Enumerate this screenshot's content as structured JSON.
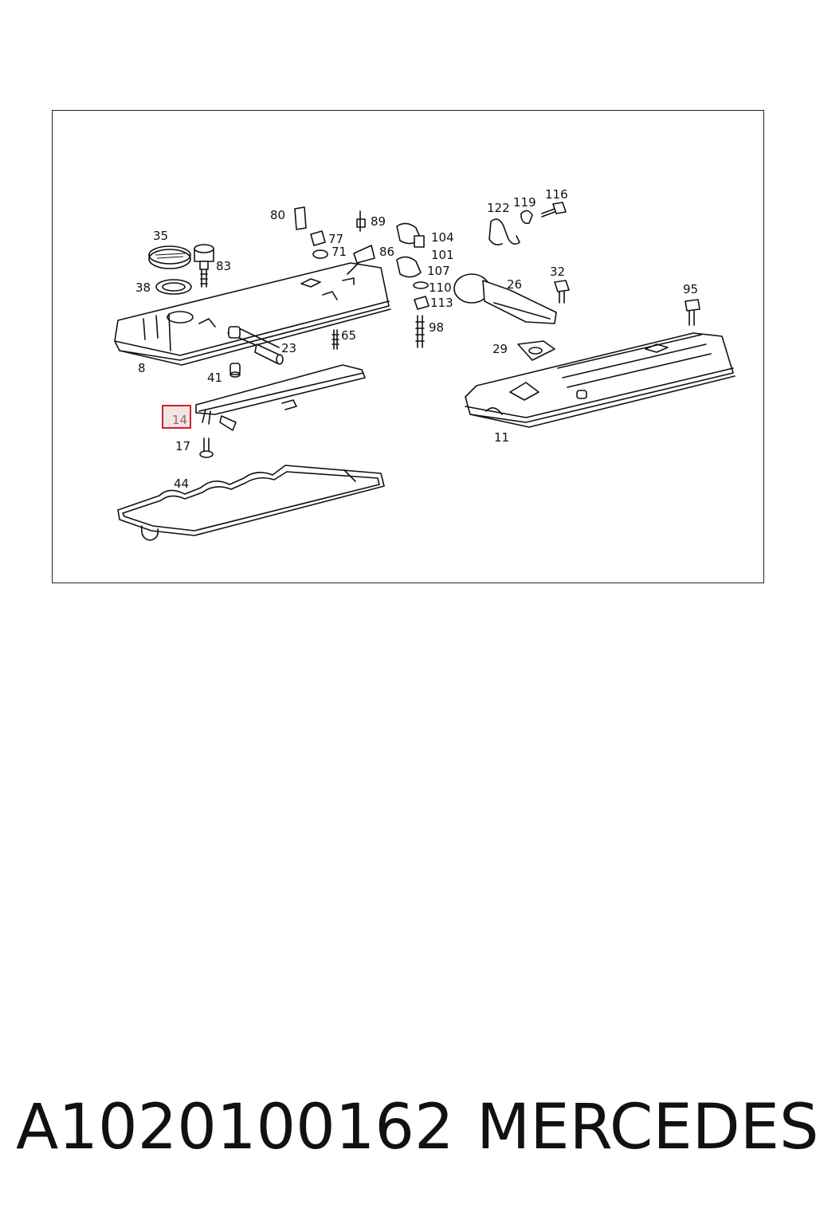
{
  "diagram": {
    "callouts": [
      "80",
      "89",
      "77",
      "71",
      "86",
      "104",
      "101",
      "107",
      "110",
      "113",
      "98",
      "122",
      "119",
      "116",
      "35",
      "83",
      "38",
      "26",
      "32",
      "95",
      "65",
      "23",
      "8",
      "41",
      "29",
      "14",
      "17",
      "11",
      "44"
    ],
    "highlighted_callout": "14",
    "highlight_color": "#d0202a"
  },
  "caption": {
    "part_number": "A1020100162",
    "brand": "MERCEDES"
  }
}
